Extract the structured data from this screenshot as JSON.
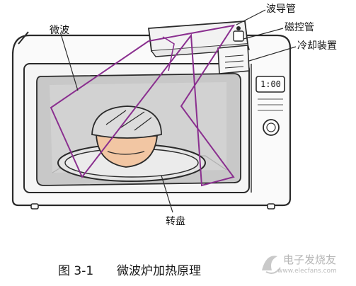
{
  "labels": {
    "waveguide": "波导管",
    "magnetron": "磁控管",
    "cooling": "冷却装置",
    "microwave": "微波",
    "turntable": "转盘"
  },
  "display": {
    "time": "1:00"
  },
  "caption": {
    "figure_no": "图  3-1",
    "title": "微波炉加热原理"
  },
  "watermark": {
    "text": "电子发烧友",
    "url": "www.elecfans.com"
  },
  "colors": {
    "outline": "#2a2a2a",
    "wave_path": "#8a2f8f",
    "oven_window": "#c8c8c8",
    "food": "#f2c6a3"
  }
}
